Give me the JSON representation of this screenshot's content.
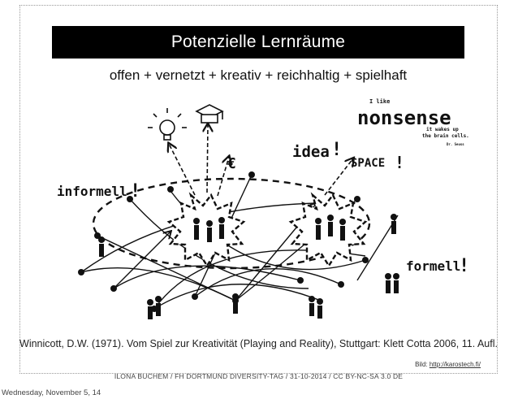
{
  "slide": {
    "title": "Potenzielle Lernräume",
    "subtitle": "offen + vernetzt + kreativ + reichhaltig + spielhaft",
    "citation": "Winnicott, D.W. (1971). Vom Spiel zur Kreativität (Playing and Reality), Stuttgart: Klett Cotta 2006, 11. Aufl.",
    "credit_prefix": "Bild:",
    "credit_link": "http://karostech.fi/",
    "footer": "ILONA BUCHEM / FH DORTMUND DIVERSITY-TAG / 31-10-2014 / CC BY-NC-SA 3.0 DE"
  },
  "sketch": {
    "label_informell": "informell",
    "label_formell": "formell",
    "label_idea": "idea",
    "label_space": "SPACE",
    "exclamation": "!",
    "euro": "€",
    "nonsense_small_top": "I like",
    "nonsense_big": "nonsense",
    "nonsense_line1": "it wakes up",
    "nonsense_line2": "the brain cells.",
    "nonsense_author": "Dr. Seuss"
  },
  "timestamp": "Wednesday, November 5, 14"
}
